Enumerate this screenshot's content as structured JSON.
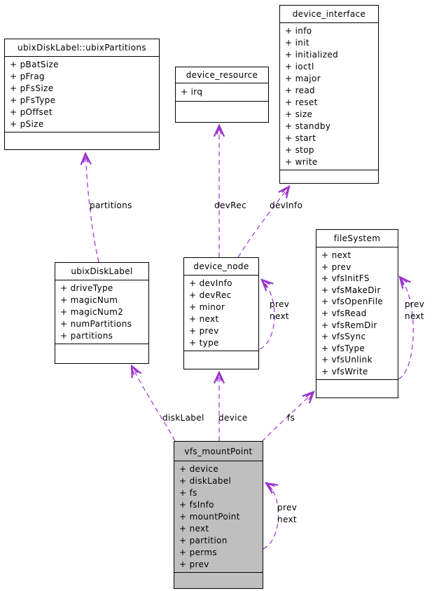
{
  "diagram": {
    "edge_color": "#9a32cd",
    "highlight_fill": "#bfbfbf",
    "box_fill": "#ffffff",
    "border_color": "#000000"
  },
  "classes": {
    "ubixPartitions": {
      "title": "ubixDiskLabel::ubixPartitions",
      "attrs": [
        "+ pBatSize",
        "+ pFrag",
        "+ pFsSize",
        "+ pFsType",
        "+ pOffset",
        "+ pSize"
      ]
    },
    "deviceResource": {
      "title": "device_resource",
      "attrs": [
        "+ irq"
      ]
    },
    "deviceInterface": {
      "title": "device_interface",
      "attrs": [
        "+ info",
        "+ init",
        "+ initialized",
        "+ ioctl",
        "+ major",
        "+ read",
        "+ reset",
        "+ size",
        "+ standby",
        "+ start",
        "+ stop",
        "+ write"
      ]
    },
    "ubixDiskLabel": {
      "title": "ubixDiskLabel",
      "attrs": [
        "+ driveType",
        "+ magicNum",
        "+ magicNum2",
        "+ numPartitions",
        "+ partitions"
      ]
    },
    "deviceNode": {
      "title": "device_node",
      "attrs": [
        "+ devInfo",
        "+ devRec",
        "+ minor",
        "+ next",
        "+ prev",
        "+ type"
      ]
    },
    "fileSystem": {
      "title": "fileSystem",
      "attrs": [
        "+ next",
        "+ prev",
        "+ vfsInitFS",
        "+ vfsMakeDir",
        "+ vfsOpenFile",
        "+ vfsRead",
        "+ vfsRemDir",
        "+ vfsSync",
        "+ vfsType",
        "+ vfsUnlink",
        "+ vfsWrite"
      ]
    },
    "vfsMountPoint": {
      "title": "vfs_mountPoint",
      "attrs": [
        "+ device",
        "+ diskLabel",
        "+ fs",
        "+ fsInfo",
        "+ mountPoint",
        "+ next",
        "+ partition",
        "+ perms",
        "+ prev"
      ]
    }
  },
  "edges": {
    "partitions": {
      "label": "partitions"
    },
    "devRec": {
      "label": "devRec"
    },
    "devInfo": {
      "label": "devInfo"
    },
    "deviceNodeSelf": {
      "line1": "prev",
      "line2": "next"
    },
    "fileSystemSelf": {
      "line1": "prev",
      "line2": "next"
    },
    "diskLabel": {
      "label": "diskLabel"
    },
    "device": {
      "label": "device"
    },
    "fs": {
      "label": "fs"
    },
    "vfsMountPointSelf": {
      "line1": "prev",
      "line2": "next"
    }
  }
}
